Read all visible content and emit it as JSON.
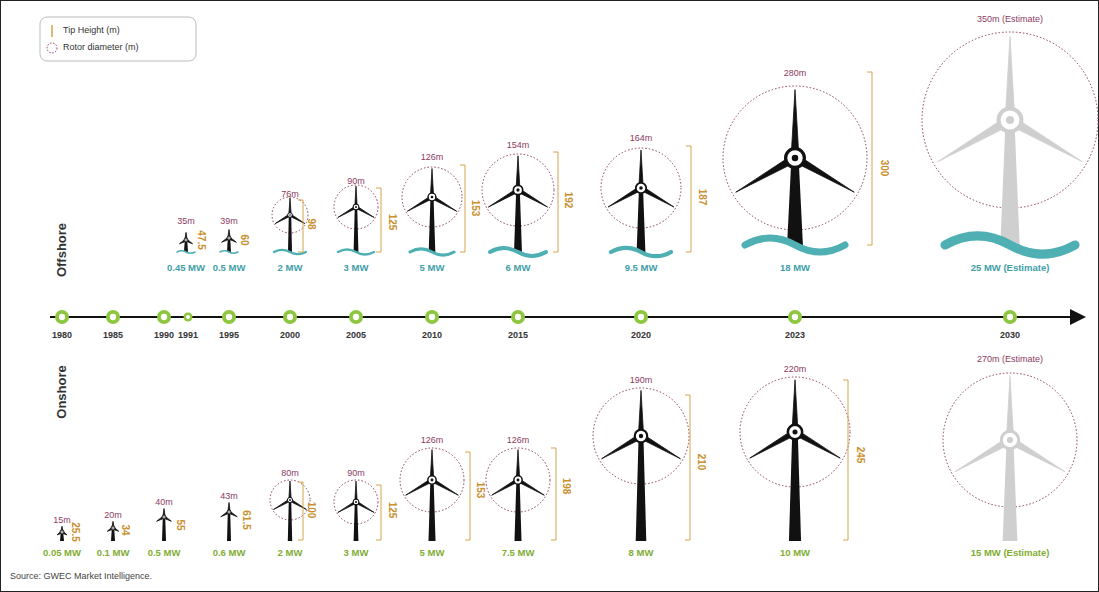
{
  "diagram": {
    "caption": "Source: GWEC Market Intelligence.",
    "labels": [
      "Offshore",
      "35m",
      "47.5",
      "0.45 MW",
      "39m",
      "60",
      "0.5 MW",
      "76m",
      "98",
      "2 MW",
      "90m",
      "125",
      "3 MW",
      "126m",
      "153",
      "5 MW",
      "154m",
      "192",
      "6 MW",
      "164m",
      "187",
      "9.5 MW",
      "280m",
      "300",
      "18 MW",
      "350m (Estimate)",
      "25 MW (Estimate)",
      "1980",
      "1985",
      "1990",
      "1991",
      "1995",
      "2000",
      "2005",
      "2010",
      "2015",
      "2020",
      "2023",
      "2030",
      "Onshore",
      "15m",
      "25.5",
      "0.05 MW",
      "20m",
      "34",
      "0.1 MW",
      "40m",
      "55",
      "0.5 MW",
      "43m",
      "61.5",
      "0.6 MW",
      "80m",
      "100",
      "2 MW",
      "90m",
      "125",
      "3 MW",
      "126m",
      "153",
      "5 MW",
      "126m",
      "198",
      "7.5 MW",
      "190m",
      "210",
      "8 MW",
      "220m",
      "245",
      "10 MW",
      "270m (Estimate)",
      "15 MW (Estimate)"
    ],
    "legend": [
      {
        "text": "Tip Height (m)"
      },
      {
        "text": "Rotor diameter (m)"
      }
    ]
  }
}
